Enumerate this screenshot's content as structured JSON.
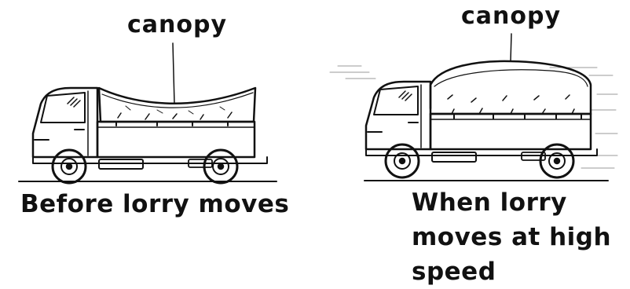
{
  "left_panel": {
    "canopy_label": "canopy",
    "caption": "Before lorry moves"
  },
  "right_panel": {
    "canopy_label": "canopy",
    "caption_lines": [
      "When lorry",
      "moves at high",
      "speed"
    ]
  }
}
